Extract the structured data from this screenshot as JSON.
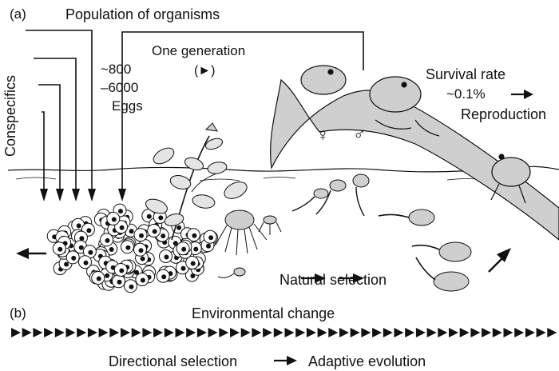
{
  "panel_a": {
    "label": "(a)",
    "title": "Population of organisms",
    "side_label": "Conspecifics",
    "eggs_line1": "~800",
    "eggs_line2": "–6000",
    "eggs_line3": "Eggs",
    "generation_label": "One generation",
    "generation_symbol": "(►)",
    "survival_line1": "Survival rate",
    "survival_line2": "~0.1%",
    "reproduction_label": "Reproduction",
    "female_symbol": "♀",
    "male_symbol": "♂",
    "natural_selection_label": "Natural selection"
  },
  "panel_b": {
    "label": "(b)",
    "title": "Environmental change",
    "triangle_count": 50,
    "directional_label": "Directional selection",
    "adaptive_label": "Adaptive evolution"
  },
  "colors": {
    "ink": "#111111",
    "background": "#ffffff",
    "sketch_fill": "#cfcfcf",
    "egg_fill": "#ffffff"
  },
  "icons": [
    "frog-icon",
    "tadpole-icon",
    "egg-mass-icon",
    "plant-icon",
    "arrow-icon",
    "triangle-icon"
  ]
}
